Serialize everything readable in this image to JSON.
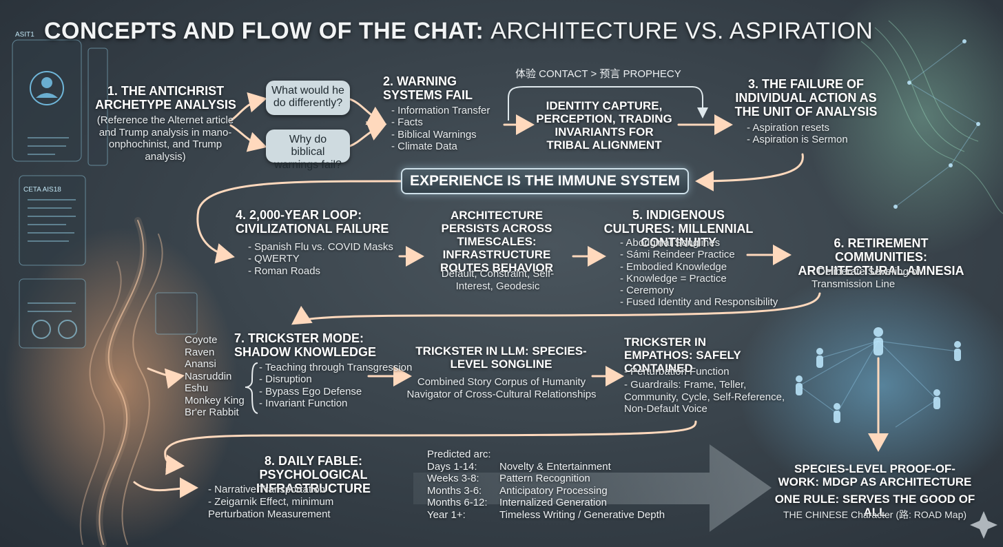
{
  "title": {
    "bold": "CONCEPTS AND FLOW OF THE CHAT:",
    "light": "ARCHITECTURE VS. ASPIRATION"
  },
  "panel_text": {
    "top": "ASIT1",
    "mid": "CETA AIS18"
  },
  "node1": {
    "heading": "1. THE ANTICHRIST ARCHETYPE ANALYSIS",
    "body": "(Reference the Alternet article and Trump analysis in mano-onphochinist, and Trump analysis)"
  },
  "bubbles": [
    "What would he do differently?",
    "Why do biblical warnings fail?"
  ],
  "node2": {
    "heading": "2. WARNING SYSTEMS FAIL",
    "items": [
      "Information Transfer",
      "Facts",
      "Biblical Warnings",
      "Climate Data"
    ]
  },
  "contact_label": "体验 CONTACT > 预言 PROPHECY",
  "identity": {
    "heading": "IDENTITY CAPTURE, PERCEPTION, TRADING INVARIANTS FOR TRIBAL ALIGNMENT"
  },
  "node3": {
    "heading": "3. THE FAILURE OF INDIVIDUAL ACTION AS THE UNIT OF ANALYSIS",
    "items": [
      "Aspiration resets",
      "Aspiration is Sermon"
    ]
  },
  "banner": "EXPERIENCE IS THE IMMUNE SYSTEM",
  "node4": {
    "heading": "4. 2,000-YEAR LOOP: CIVILIZATIONAL FAILURE",
    "items": [
      "Spanish Flu vs. COVID Masks",
      "QWERTY",
      "Roman Roads"
    ]
  },
  "architecture": {
    "heading": "ARCHITECTURE PERSISTS ACROSS TIMESCALES: INFRASTRUCTURE ROUTES BEHAVIOR",
    "body": "Default, Constraint, Self-Interest, Geodesic"
  },
  "node5": {
    "heading": "5. INDIGENOUS CULTURES: MILLENNIAL CONTINUITY",
    "items": [
      "Aboriginal Songlines",
      "Sámi Reindeer Practice",
      "Embodied Knowledge",
      "Knowledge = Practice",
      "Ceremony",
      "Fused Identity and Responsibility"
    ]
  },
  "node6": {
    "heading": "6. RETIREMENT COMMUNITIES: ARCHITECTURAL AMNESIA",
    "items": [
      "Deliberate Severing of Transmission Line"
    ]
  },
  "tricksters": [
    "Coyote",
    "Raven",
    "Anansi",
    "Nasruddin",
    "Eshu",
    "Monkey King",
    "Br'er Rabbit"
  ],
  "node7": {
    "heading": "7. TRICKSTER MODE: SHADOW KNOWLEDGE",
    "items": [
      "Teaching through Transgression",
      "Disruption",
      "Bypass Ego Defense",
      "Invariant Function"
    ]
  },
  "llm": {
    "heading": "TRICKSTER IN LLM: SPECIES-LEVEL SONGLINE",
    "body": [
      "Combined Story Corpus of Humanity",
      "Navigator of Cross-Cultural Relationships"
    ]
  },
  "empathos": {
    "heading": "TRICKSTER IN EMPATHOS: SAFELY CONTAINED",
    "items": [
      "Perturbation Function",
      "Guardrails: Frame, Teller, Community, Cycle, Self-Reference, Non-Default Voice"
    ]
  },
  "node8": {
    "heading": "8. DAILY FABLE: PSYCHOLOGICAL INFRASTRUCTURE",
    "items": [
      "Narrative Transportation",
      "Zeigarnik Effect, minimum Perturbation Measurement"
    ]
  },
  "arc": {
    "label": "Predicted arc:",
    "rows": [
      {
        "period": "Days 1-14:",
        "stage": "Novelty & Entertainment"
      },
      {
        "period": "Weeks 3-8:",
        "stage": "Pattern Recognition"
      },
      {
        "period": "Months 3-6:",
        "stage": "Anticipatory Processing"
      },
      {
        "period": "Months 6-12:",
        "stage": "Internalized Generation"
      },
      {
        "period": "Year 1+:",
        "stage": "Timeless Writing / Generative Depth"
      }
    ]
  },
  "final": {
    "heading": "SPECIES-LEVEL PROOF-OF-WORK: MDGP AS ARCHITECTURE",
    "rule": "ONE RULE: SERVES THE GOOD OF ALL",
    "note": "THE CHINESE Character (路: ROAD Map)"
  },
  "colors": {
    "accent": "#ffd9bd",
    "panel": "#cfe1ea",
    "bubble": "#cfdbe0"
  }
}
